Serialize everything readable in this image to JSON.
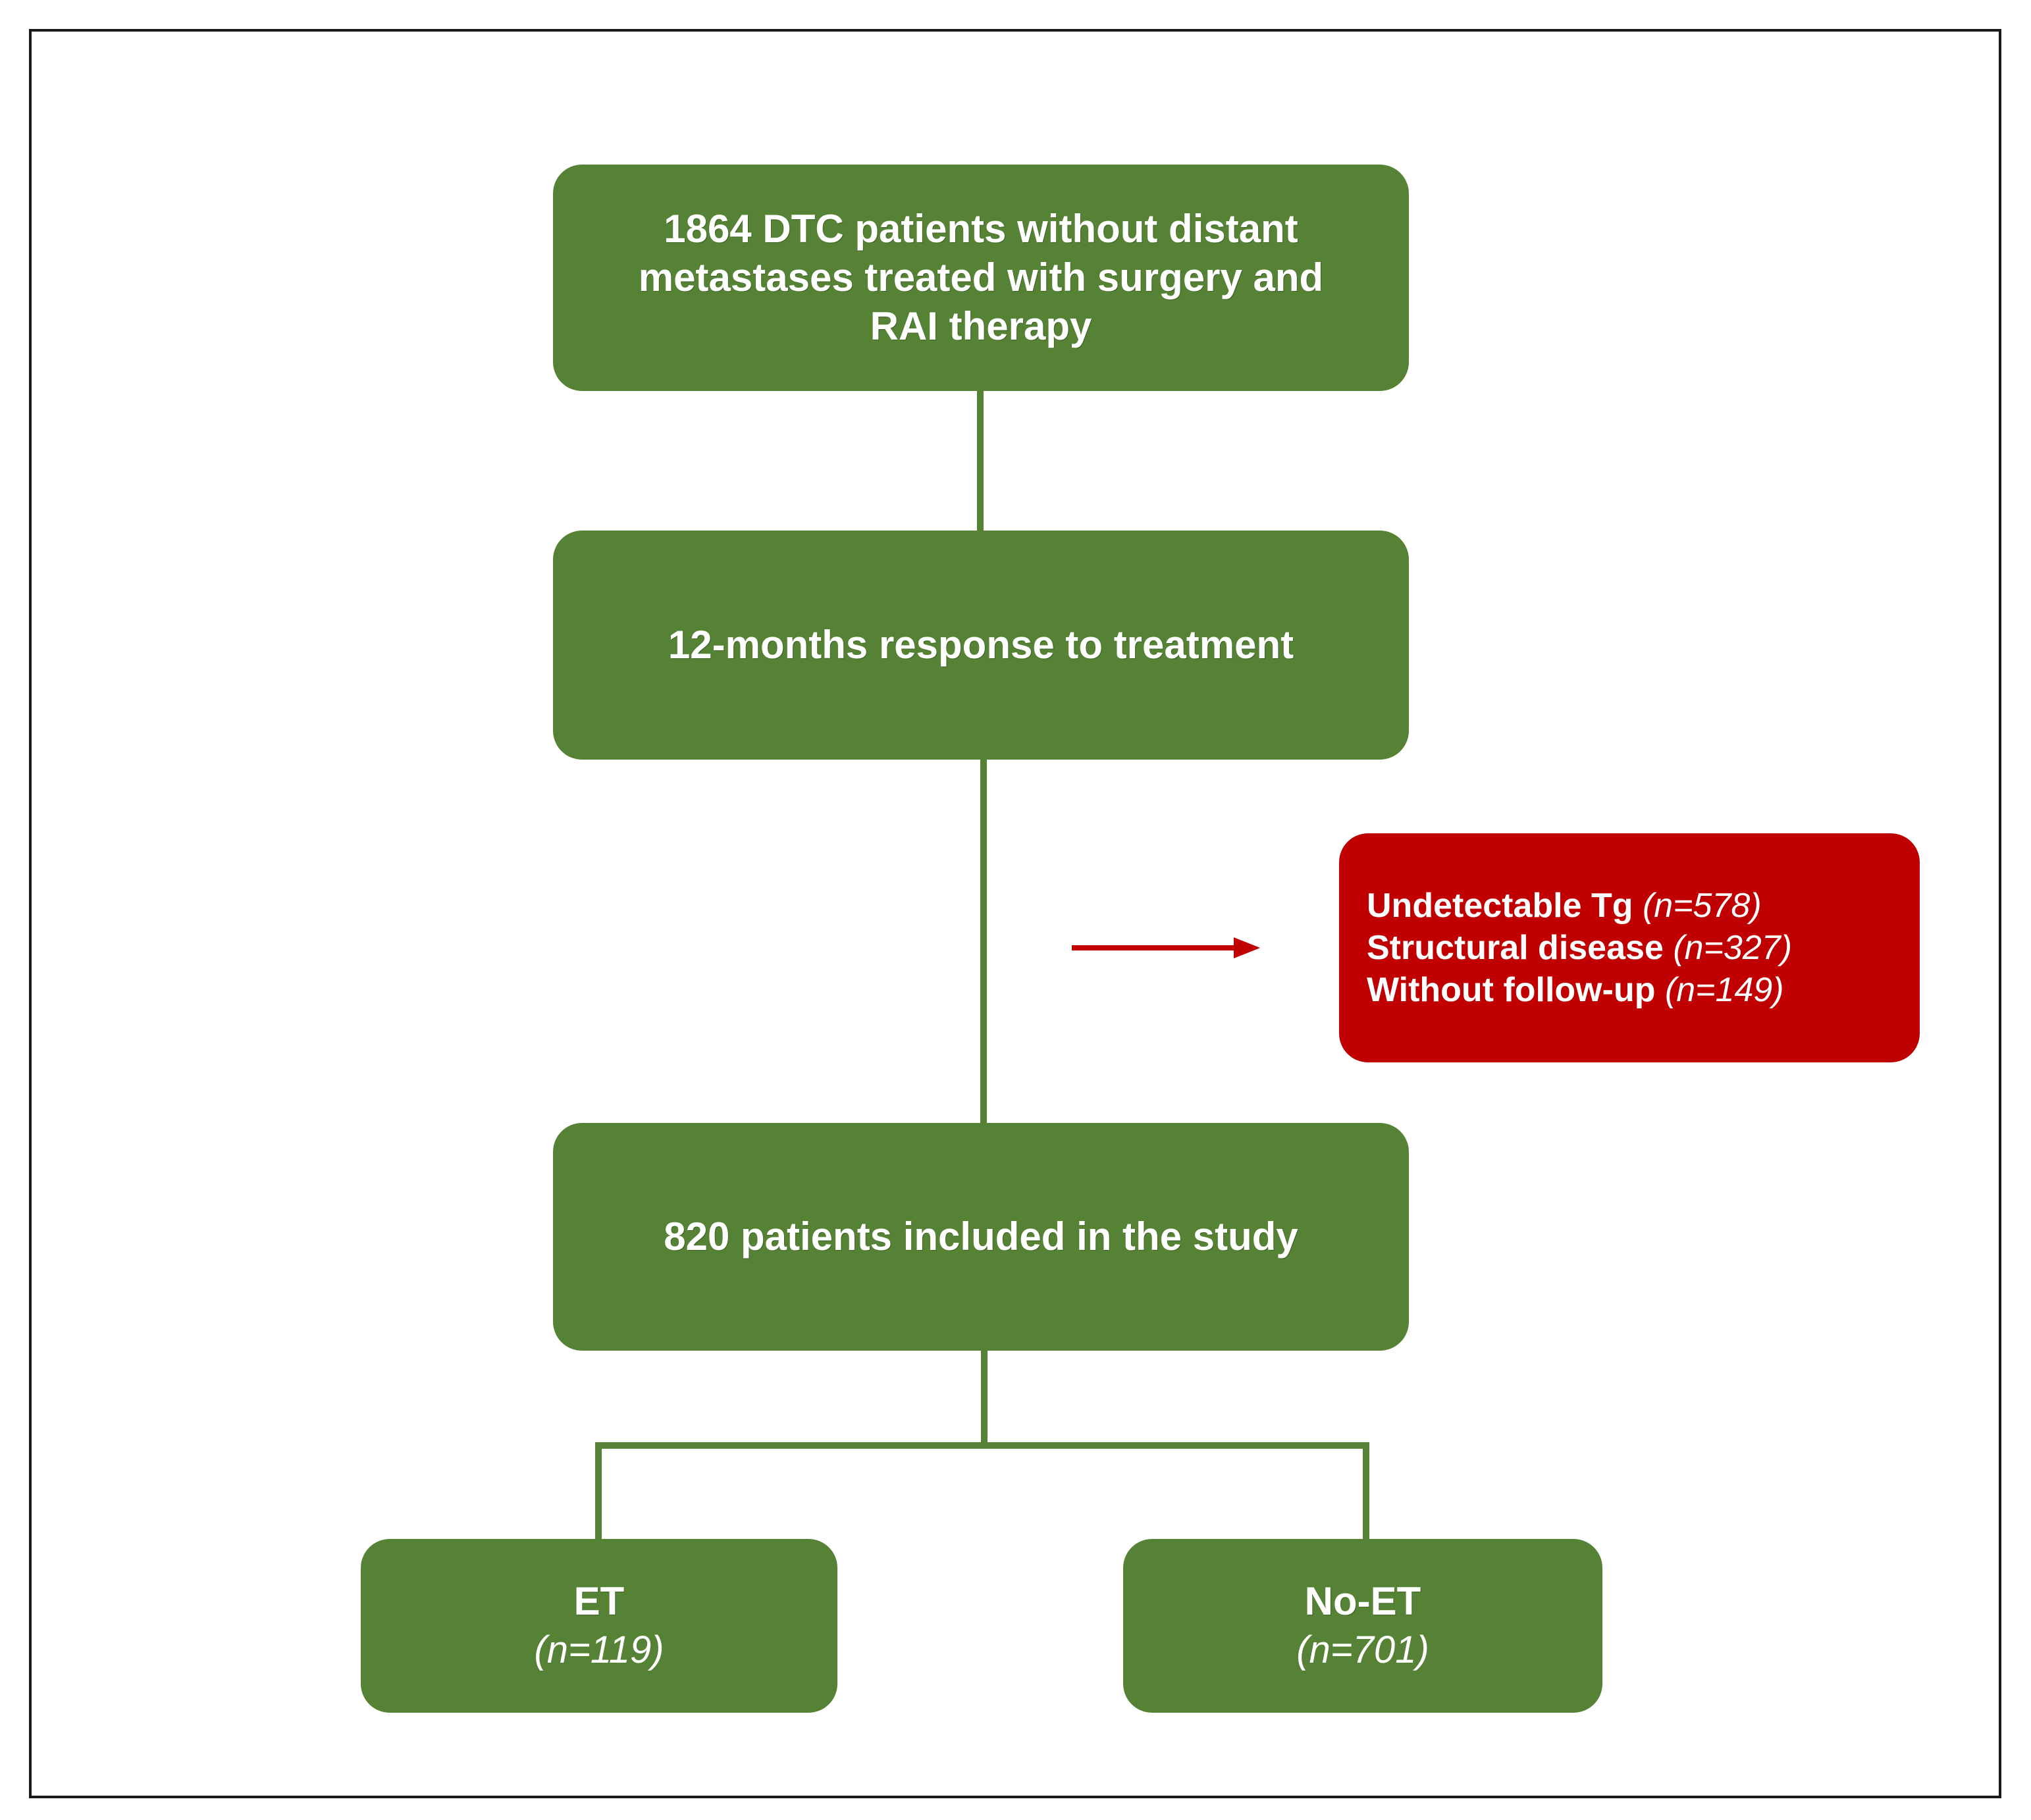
{
  "flowchart": {
    "top_box": {
      "lines": [
        "1864 DTC patients without distant",
        "metastases treated with surgery and",
        "RAI therapy"
      ]
    },
    "response_box": {
      "label": "12-months response to treatment"
    },
    "exclusion_box": {
      "items": [
        {
          "label": "Undetectable Tg",
          "count": "(n=578)"
        },
        {
          "label": "Structural disease",
          "count": "(n=327)"
        },
        {
          "label": "Without follow-up",
          "count": "(n=149)"
        }
      ]
    },
    "included_box": {
      "label": "820 patients included in the study"
    },
    "et_box": {
      "label": "ET",
      "count": "(n=119)"
    },
    "noet_box": {
      "label": "No-ET",
      "count": "(n=701)"
    }
  },
  "colors": {
    "box_green": "#558234",
    "exclusion_red": "#c00000",
    "arrow_red": "#c00000",
    "text": "#ffffff"
  }
}
